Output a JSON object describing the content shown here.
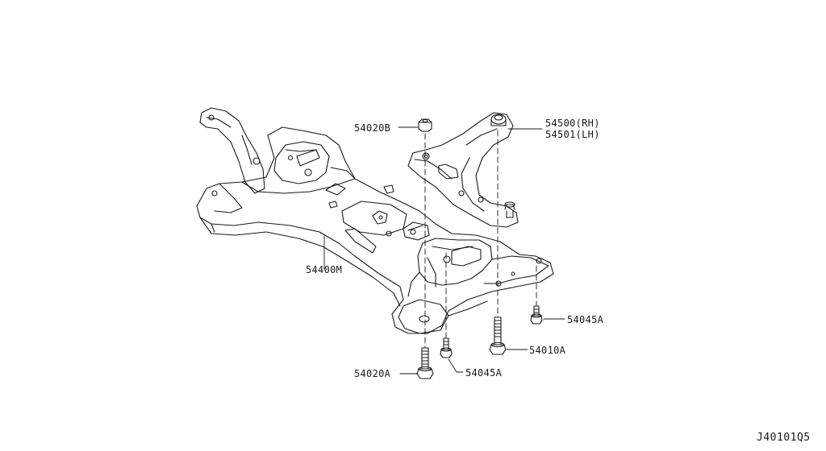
{
  "diagram": {
    "code": "J40101Q5",
    "colors": {
      "ink": "#1a1a1a",
      "paper": "#ffffff"
    },
    "parts": {
      "member": "54400M",
      "nut": "54020B",
      "arm_rh": "54500(RH)",
      "arm_lh": "54501(LH)",
      "bolt_large": "54020A",
      "bolt_small_center": "54045A",
      "bolt_small_right": "54045A",
      "bolt_long": "54010A"
    }
  }
}
